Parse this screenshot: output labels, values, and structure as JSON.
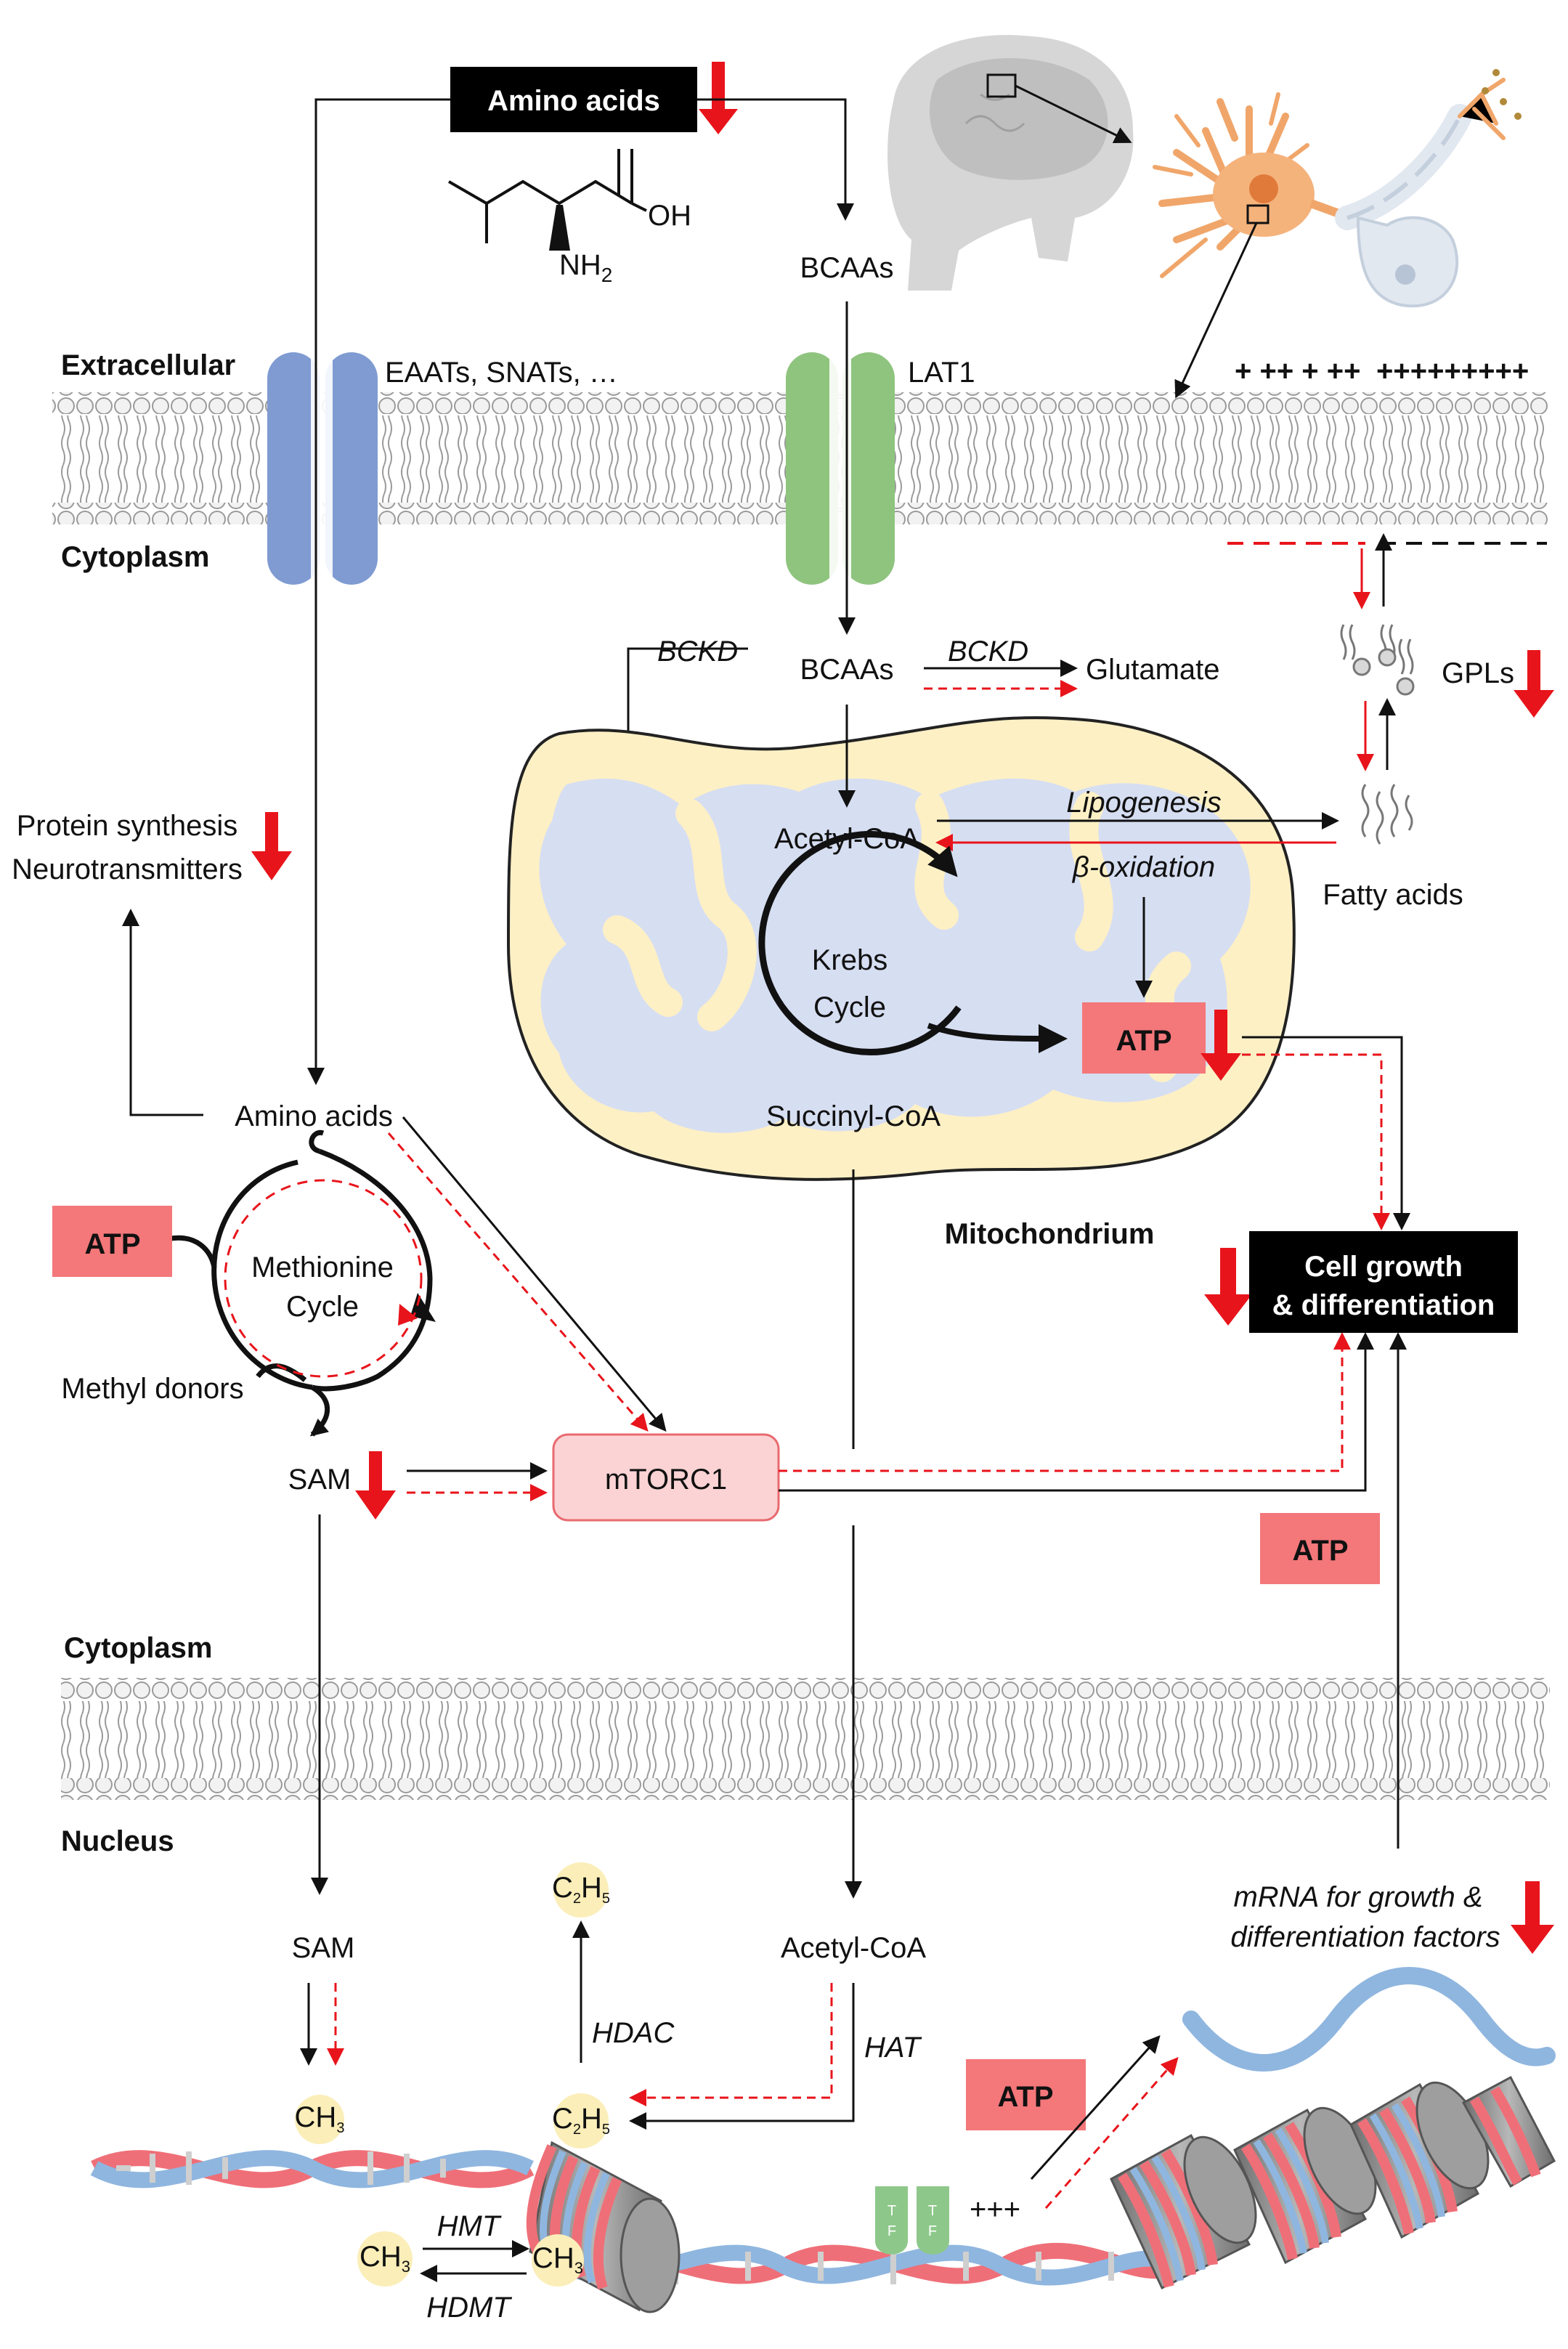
{
  "labels": {
    "amino_acids_top": "Amino acids",
    "oh": "OH",
    "nh2": "NH",
    "nh2_sub": "2",
    "bcaas_ext": "BCAAs",
    "extracellular": "Extracellular",
    "transporters": "EAATs, SNATs, …",
    "lat1": "LAT1",
    "plus_red": "+ ++ + ++",
    "plus_black": "+++++++++",
    "cytoplasm_top": "Cytoplasm",
    "bckd_left": "BCKD",
    "bcaas_int": "BCAAs",
    "bckd_right": "BCKD",
    "glutamate": "Glutamate",
    "gpls": "GPLs",
    "protein_synthesis": "Protein synthesis",
    "neurotransmitters": "Neurotransmitters",
    "acetyl_coa_mito": "Acetyl-CoA",
    "lipogenesis": "Lipogenesis",
    "beta_oxidation": "β-oxidation",
    "fatty_acids": "Fatty acids",
    "krebs_1": "Krebs",
    "krebs_2": "Cycle",
    "atp_mito": "ATP",
    "amino_acids_mid": "Amino acids",
    "succinyl_coa": "Succinyl-CoA",
    "mitochondrium": "Mitochondrium",
    "atp_left": "ATP",
    "methionine_1": "Methionine",
    "methionine_2": "Cycle",
    "cell_growth_1": "Cell growth",
    "cell_growth_2": "& differentiation",
    "methyl_donors": "Methyl donors",
    "sam_cyto": "SAM",
    "mtorc1": "mTORC1",
    "atp_right": "ATP",
    "cytoplasm_bottom": "Cytoplasm",
    "nucleus": "Nucleus",
    "sam_nuc": "SAM",
    "c2h5_top": "C",
    "hdac": "HDAC",
    "acetyl_coa_nuc": "Acetyl-CoA",
    "hat": "HAT",
    "mrna_1": "mRNA for growth &",
    "mrna_2": "differentiation factors",
    "atp_nuc": "ATP",
    "ch3_dna": "CH",
    "c2h5_dna": "C",
    "tf": "T F",
    "plus_tf": "+++",
    "ch3_left": "CH",
    "hmt": "HMT",
    "ch3_right": "CH",
    "hdmt": "HDMT",
    "sub_3": "3",
    "sub_2": "2",
    "sub_5": "5"
  },
  "colors": {
    "decrease_arrow": "#e8141b",
    "atp_box": "#f4777a",
    "mtorc1_box": "#fbd3d4",
    "mito_outer": "#fdf0c5",
    "mito_inner": "#d6def2",
    "transporter_left": "#7f9bd2",
    "transporter_lat1": "#8fc47f",
    "dna_red": "#ef6f78",
    "dna_blue": "#8fb6df",
    "tf": "#8dc88a",
    "methyl": "#fbeeb9"
  },
  "icons": [
    "brain-icon",
    "neuron-icon",
    "leucine-structure-icon",
    "dna-icon",
    "nucleosome-icon",
    "mrna-icon",
    "phospholipid-icon",
    "fatty-acid-icon"
  ]
}
